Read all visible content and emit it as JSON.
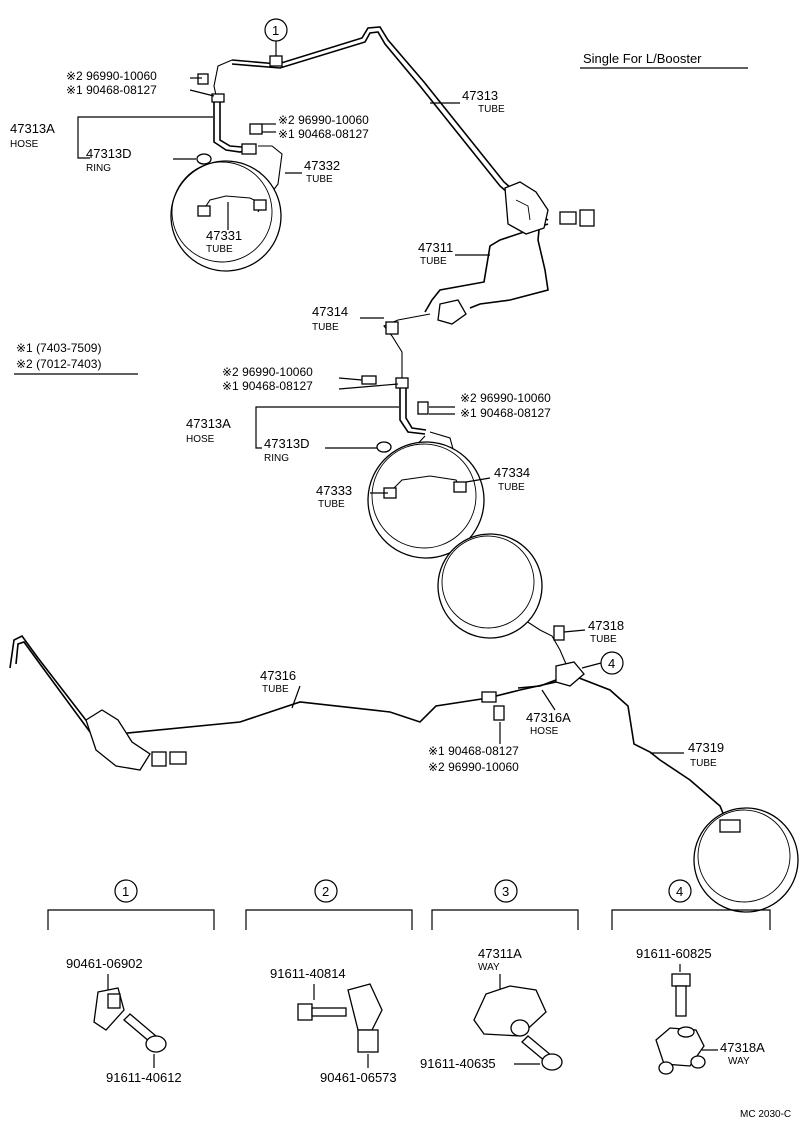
{
  "title": "Single For L/Booster",
  "footer_code": "MC 2030-C",
  "callouts": [
    "1",
    "2",
    "3",
    "4"
  ],
  "footnotes": {
    "n1": "※1 (7403-7509)",
    "n2": "※2 (7012-7403)"
  },
  "parts": {
    "p47313": {
      "number": "47313",
      "name": "TUBE"
    },
    "p47313A_top": {
      "number": "47313A",
      "name": "HOSE"
    },
    "p47313D_top": {
      "number": "47313D",
      "name": "RING"
    },
    "p47332": {
      "number": "47332",
      "name": "TUBE"
    },
    "p47331": {
      "number": "47331",
      "name": "TUBE"
    },
    "p47311": {
      "number": "47311",
      "name": "TUBE"
    },
    "p47314": {
      "number": "47314",
      "name": "TUBE"
    },
    "p47313A_mid": {
      "number": "47313A",
      "name": "HOSE"
    },
    "p47313D_mid": {
      "number": "47313D",
      "name": "RING"
    },
    "p47333": {
      "number": "47333",
      "name": "TUBE"
    },
    "p47334": {
      "number": "47334",
      "name": "TUBE"
    },
    "p47318": {
      "number": "47318",
      "name": "TUBE"
    },
    "p47316": {
      "number": "47316",
      "name": "TUBE"
    },
    "p47316A": {
      "number": "47316A",
      "name": "HOSE"
    },
    "p47319": {
      "number": "47319",
      "name": "TUBE"
    },
    "p47311A": {
      "number": "47311A",
      "name": "WAY"
    },
    "p47318A": {
      "number": "47318A",
      "name": "WAY"
    }
  },
  "clip_refs": {
    "tl": [
      "※2 96990-10060",
      "※1 90468-08127"
    ],
    "tr": [
      "※2 96990-10060",
      "※1 90468-08127"
    ],
    "ml": [
      "※2 96990-10060",
      "※1 90468-08127"
    ],
    "mr": [
      "※2 96990-10060",
      "※1 90468-08127"
    ],
    "bottom": [
      "※1 90468-08127",
      "※2 96990-10060"
    ]
  },
  "detail_parts": {
    "d1_top": "90461-06902",
    "d1_bottom": "91611-40612",
    "d2_top": "91611-40814",
    "d2_bottom": "90461-06573",
    "d3_bottom": "91611-40635",
    "d4_top": "91611-60825"
  }
}
